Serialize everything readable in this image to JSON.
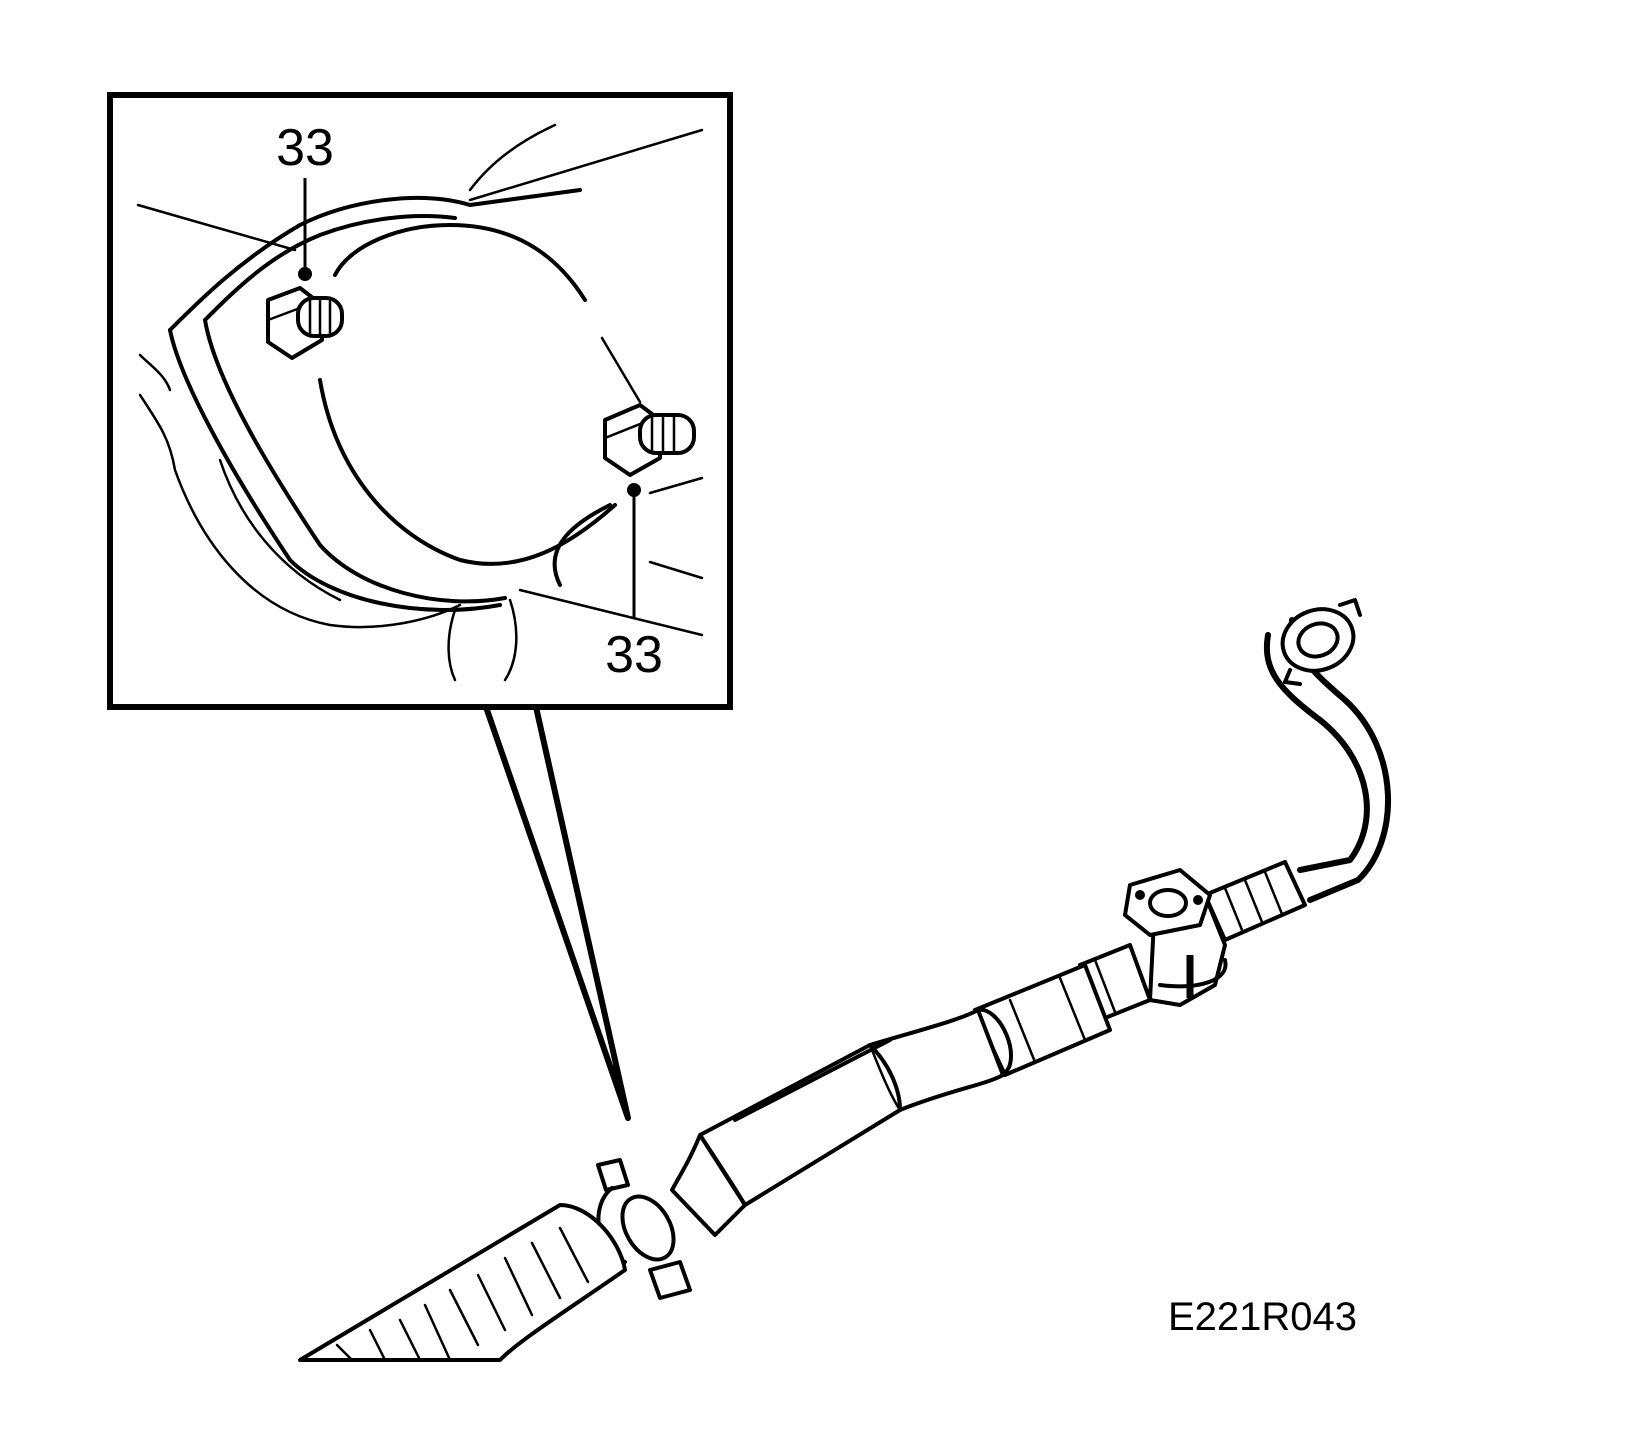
{
  "diagram": {
    "callouts": [
      {
        "id": "nut-upper",
        "label": "33"
      },
      {
        "id": "nut-lower",
        "label": "33"
      }
    ],
    "figure_id": "E221R043",
    "colors": {
      "ink": "#000000",
      "paper": "#ffffff"
    }
  }
}
